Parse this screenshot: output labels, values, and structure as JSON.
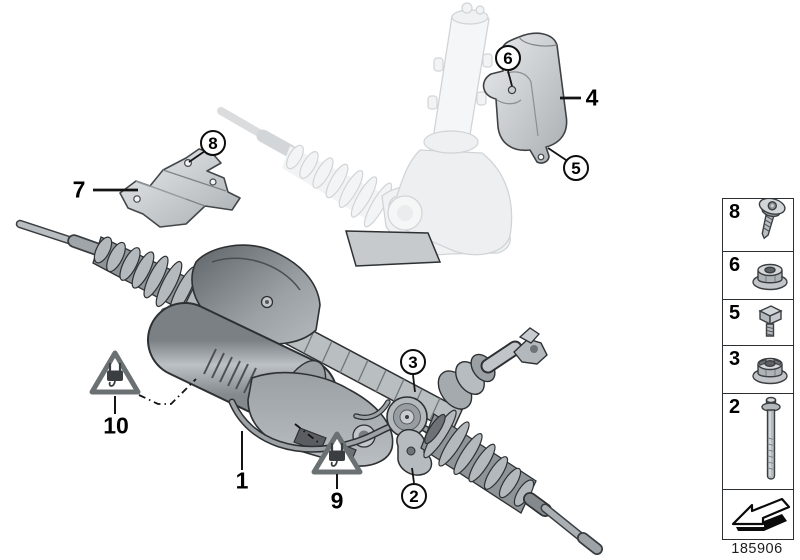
{
  "diagram": {
    "subject": "electric steering gear parts diagram",
    "drawing_number": "185906",
    "callouts": {
      "c8": "8",
      "c6": "6",
      "c5": "5",
      "c3": "3",
      "c2": "2",
      "l7": "7",
      "l4": "4",
      "l10": "10",
      "l1": "1",
      "l9": "9"
    },
    "colors": {
      "outline": "#2e3133",
      "part_mid": "#aeb3b6",
      "part_dark": "#6d7276",
      "part_light": "#d2d6d9",
      "ghost": "#e7e9eb",
      "warning_triangle": "#6b7073"
    }
  },
  "legend": {
    "rows": [
      {
        "number": "8",
        "icon": "flange-head-screw-icon"
      },
      {
        "number": "6",
        "icon": "flange-nut-icon"
      },
      {
        "number": "5",
        "icon": "hex-flange-bolt-icon"
      },
      {
        "number": "3",
        "icon": "self-locking-collar-nut-icon"
      },
      {
        "number": "2",
        "icon": "long-shank-bolt-icon"
      }
    ],
    "footer_icon": "direction-of-travel-arrow-icon"
  }
}
